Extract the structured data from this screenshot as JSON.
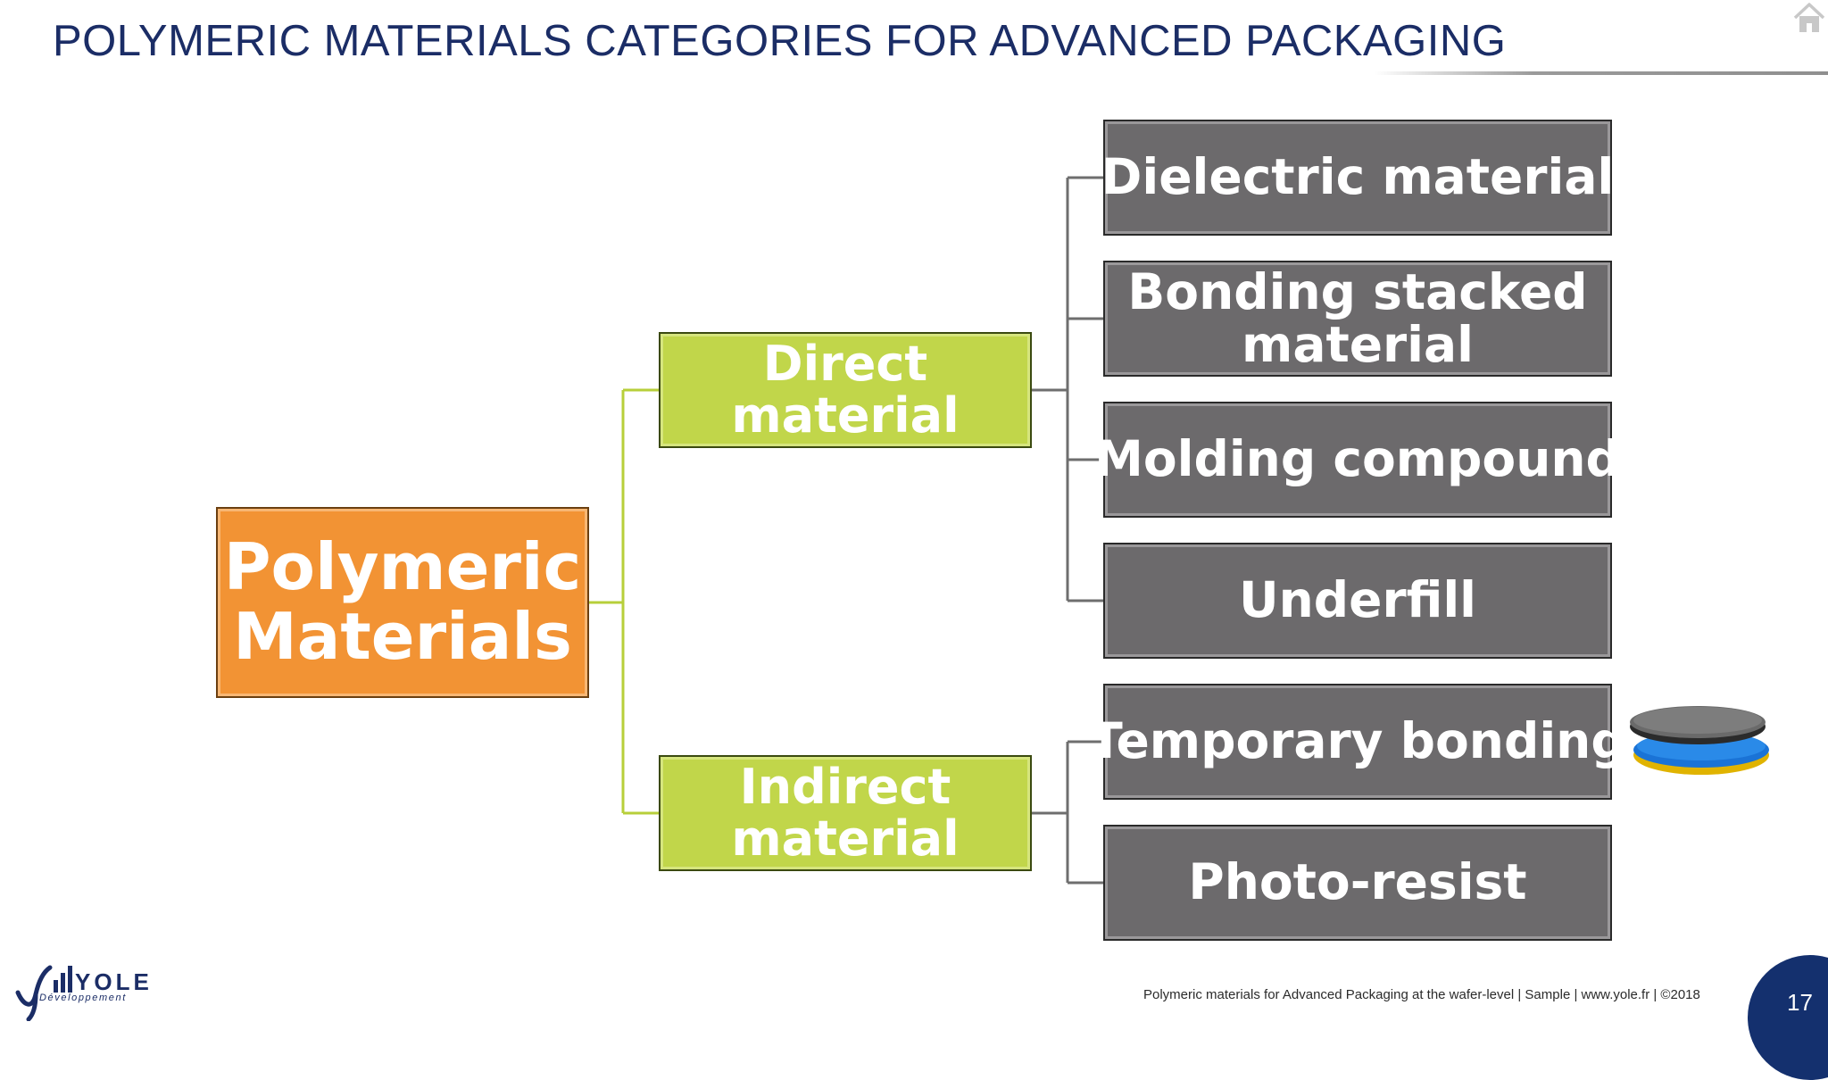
{
  "slide": {
    "title": "POLYMERIC MATERIALS CATEGORIES FOR ADVANCED PACKAGING"
  },
  "diagram": {
    "root": {
      "lines": [
        "Polymeric",
        "Materials"
      ]
    },
    "direct": {
      "lines": [
        "Direct",
        "material"
      ],
      "children": [
        {
          "lines": [
            "Dielectric material"
          ]
        },
        {
          "lines": [
            "Bonding stacked",
            "material"
          ]
        },
        {
          "lines": [
            "Molding compound"
          ]
        },
        {
          "lines": [
            "Underfill"
          ]
        }
      ]
    },
    "indirect": {
      "lines": [
        "Indirect",
        "material"
      ],
      "children": [
        {
          "lines": [
            "Temporary bonding"
          ]
        },
        {
          "lines": [
            "Photo-resist"
          ]
        }
      ]
    }
  },
  "colors": {
    "root_fill": "#f29334",
    "category_fill": "#c1d64a",
    "leaf_fill": "#6c6a6c",
    "title_color": "#1b2d66"
  },
  "icons": [
    "home-icon",
    "wafer-stack-icon"
  ],
  "logo": {
    "word": "YOLE",
    "sub": "Développement"
  },
  "footer": {
    "text": "Polymeric materials for Advanced Packaging at the wafer-level | Sample | www.yole.fr | ©2018",
    "page_number": "17"
  }
}
